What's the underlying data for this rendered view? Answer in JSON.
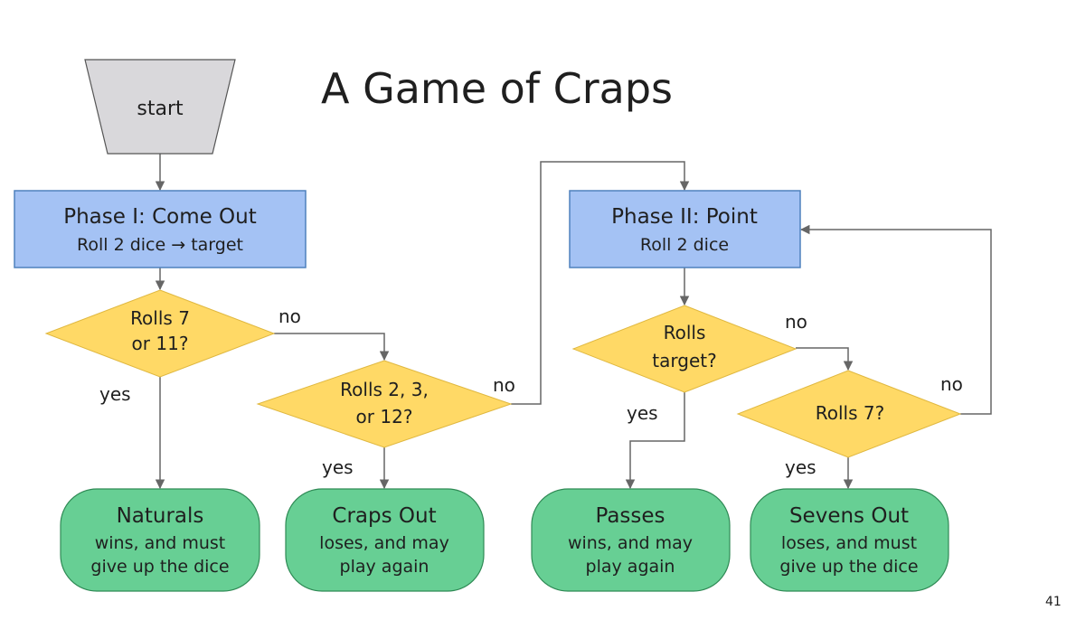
{
  "title": "A Game of Craps",
  "page_number": "41",
  "colors": {
    "start_fill": "#d9d8db",
    "process_fill": "#a4c2f4",
    "process_stroke": "#4f81bd",
    "decision_fill": "#ffd966",
    "outcome_fill": "#67cf94",
    "outcome_stroke": "#2f8a55",
    "edge": "#666666"
  },
  "nodes": {
    "start": {
      "label": "start"
    },
    "phase1": {
      "title": "Phase I: Come Out",
      "subtitle": "Roll 2 dice → target"
    },
    "phase2": {
      "title": "Phase II: Point",
      "subtitle": "Roll 2 dice"
    },
    "d_rolls_7_11": {
      "line1": "Rolls 7",
      "line2": "or 11?"
    },
    "d_rolls_2_3_12": {
      "line1": "Rolls 2, 3,",
      "line2": "or 12?"
    },
    "d_rolls_target": {
      "line1": "Rolls",
      "line2": "target?"
    },
    "d_rolls_7": {
      "line1": "Rolls 7?"
    },
    "naturals": {
      "title": "Naturals",
      "line1": "wins, and must",
      "line2": "give up the dice"
    },
    "craps_out": {
      "title": "Craps Out",
      "line1": "loses, and may",
      "line2": "play again"
    },
    "passes": {
      "title": "Passes",
      "line1": "wins, and may",
      "line2": "play again"
    },
    "sevens_out": {
      "title": "Sevens Out",
      "line1": "loses, and must",
      "line2": "give up the dice"
    }
  },
  "edge_labels": {
    "rolls_7_11_no": "no",
    "rolls_7_11_yes": "yes",
    "rolls_2_3_12_no": "no",
    "rolls_2_3_12_yes": "yes",
    "rolls_target_no": "no",
    "rolls_target_yes": "yes",
    "rolls_7_no": "no",
    "rolls_7_yes": "yes"
  }
}
